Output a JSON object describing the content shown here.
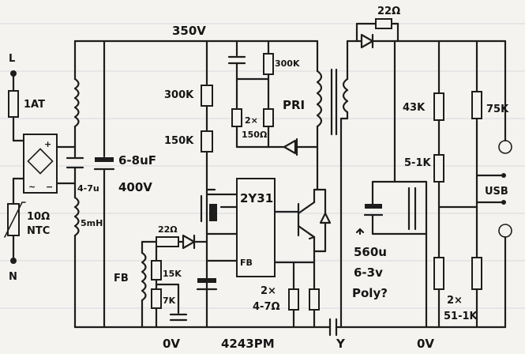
{
  "labels": {
    "live": "L",
    "neutral": "N",
    "fuse": "1AT",
    "ntc_value": "10Ω",
    "ntc_name": "NTC",
    "choke": "5mH",
    "cap_small": "4-7u",
    "cap_big_value": "6-8uF",
    "cap_big_voltage": "400V",
    "rail": "350V",
    "r_top": "300K",
    "r_mid": "150K",
    "r_snub": "300K",
    "r_pair_count": "2×",
    "r_pair_value": "150Ω",
    "primary": "PRI",
    "ic": "2Y31",
    "ic_fb": "FB",
    "fb_res": "22Ω",
    "fb_label": "FB",
    "r_15k": "15K",
    "r_7k": "7K",
    "r_sense_count": "2×",
    "r_sense_value": "4-7Ω",
    "ground_left": "0V",
    "part_code": "4243PM",
    "y_cap": "Y",
    "sec_res": "22Ω",
    "r_43k": "43K",
    "r_75k": "75K",
    "r_51k": "5-1K",
    "usb": "USB",
    "cap_560_value": "560u",
    "cap_560_voltage": "6-3v",
    "cap_560_type": "Poly?",
    "r_out_count": "2×",
    "r_out_value": "51-1K",
    "ground_right": "0V"
  }
}
